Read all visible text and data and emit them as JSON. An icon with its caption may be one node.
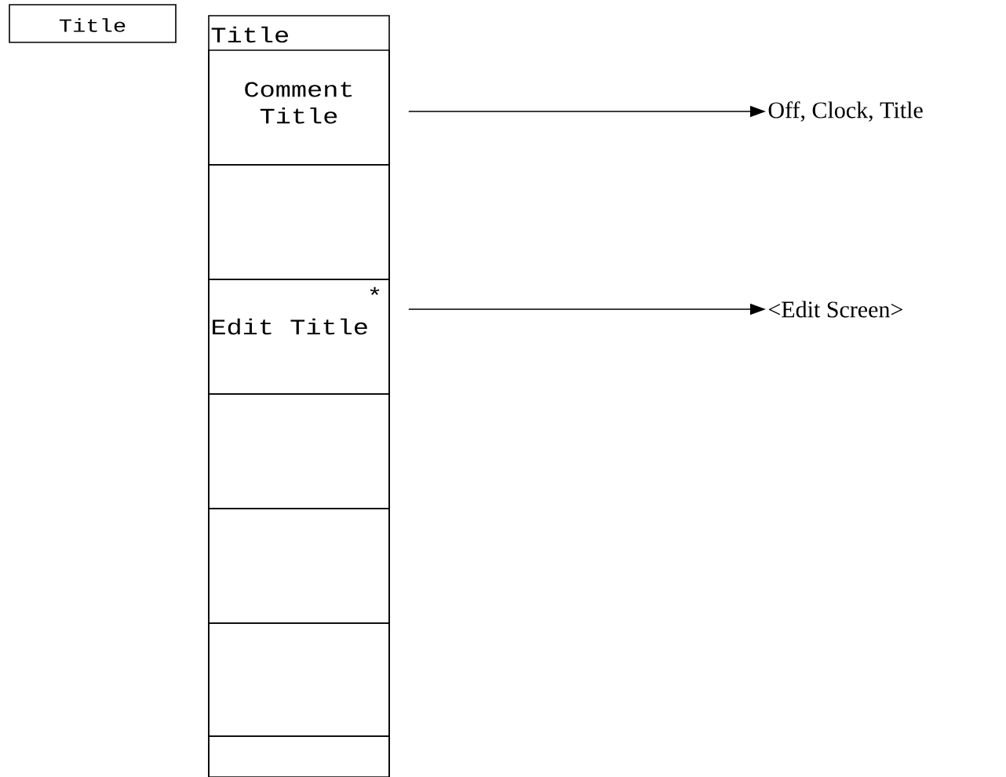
{
  "diagram": {
    "nodes": [
      {
        "text": [
          "Title"
        ]
      },
      {
        "text": [
          "Title"
        ]
      },
      {
        "text": [
          "Comment Title"
        ],
        "in": 1
      },
      {
        "text": [],
        "shape": "box",
        "in": 1
      },
      {
        "text": [
          "*",
          "Edit Title"
        ],
        "in": 1
      },
      {
        "text": [],
        "shape": "box",
        "in": 1
      },
      {
        "text": [],
        "shape": "box",
        "in": 1
      },
      {
        "text": [],
        "shape": "box",
        "in": 1
      },
      {
        "text": [],
        "shape": "box",
        "in": 1
      },
      {
        "text": [
          "Off, Clock, Title"
        ]
      },
      {
        "text": [
          "<Edit Screen>"
        ]
      }
    ],
    "edges": [
      {
        "from": 2,
        "to": 9,
        "arrow": "to"
      },
      {
        "from": 4,
        "to": 10,
        "arrow": "to"
      }
    ]
  }
}
